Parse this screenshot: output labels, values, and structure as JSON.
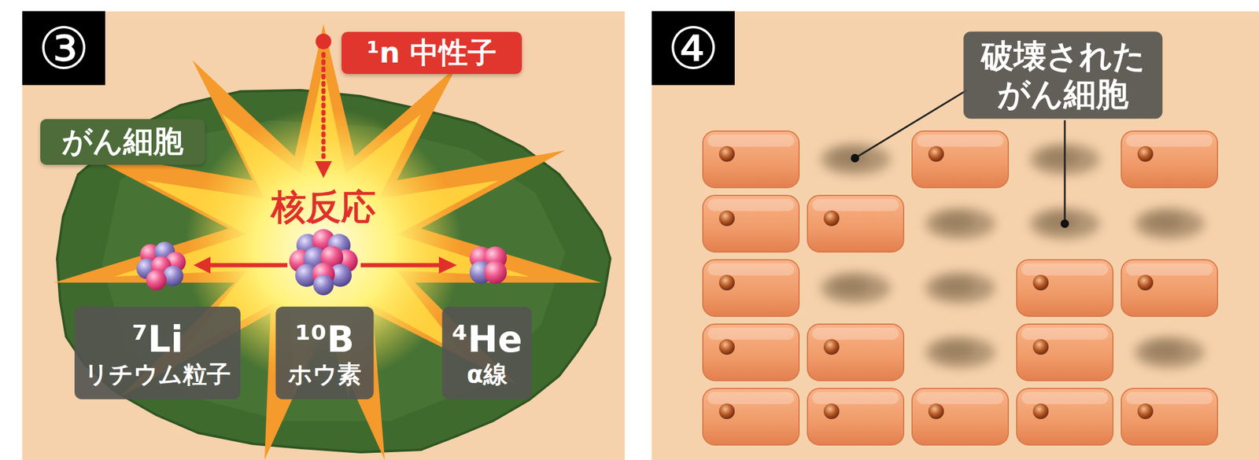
{
  "diagram": {
    "nodes": [
      {
        "text": [
          "③"
        ]
      },
      {
        "text": [
          "¹n 中性子"
        ]
      },
      {
        "text": [
          "がん細胞"
        ]
      },
      {
        "text": [
          "⁷Li",
          "リチウム粒子"
        ]
      },
      {
        "text": [
          "¹⁰B",
          "ホウ素"
        ]
      },
      {
        "text": [
          "⁴He",
          "α線"
        ]
      },
      {
        "text": [
          "④"
        ]
      },
      {
        "text": [
          "破壊された がん細胞"
        ]
      }
    ],
    "labels": [
      "核反応"
    ]
  }
}
